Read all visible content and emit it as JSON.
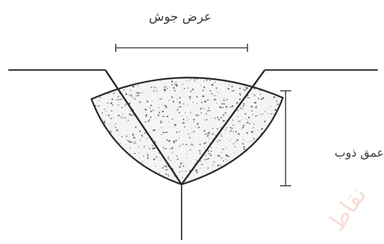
{
  "labels": {
    "weld_width": "عرض جوش",
    "penetration_depth": "عمق ذوب"
  },
  "watermark": {
    "text": "نقاط"
  },
  "colors": {
    "line": "#2b2b2b",
    "dimension": "#444444",
    "stipple": "#555555",
    "watermark": "#f2c4b6"
  }
}
